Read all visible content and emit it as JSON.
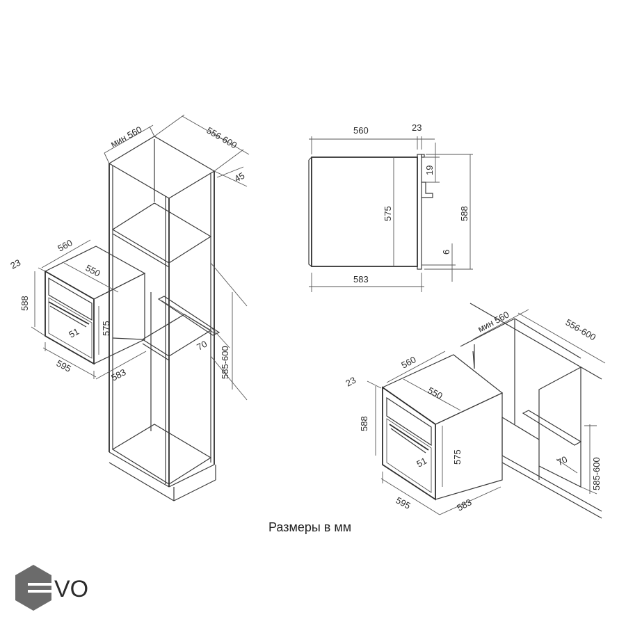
{
  "caption": "Размеры в мм",
  "logo": {
    "text": "VO",
    "colors": {
      "hex": "#6b6b6b",
      "text": "#9a9a9a"
    }
  },
  "colors": {
    "lines": "#3a3a3a",
    "background": "#ffffff"
  },
  "tall_cabinet": {
    "labels": {
      "min_width": "мин 560",
      "depth": "556-600",
      "side": "45",
      "niche_height": "585-600",
      "vent": "70"
    }
  },
  "oven_left": {
    "labels": {
      "top_depth": "560",
      "front_gap": "23",
      "inner_width": "550",
      "height": "588",
      "inner_height": "575",
      "handle": "51",
      "width": "595",
      "depth": "583"
    }
  },
  "side_view": {
    "labels": {
      "depth": "560",
      "panel": "23",
      "top_gap": "19",
      "body_height": "575",
      "total_height": "588",
      "bottom_gap": "6",
      "overall_depth": "583"
    }
  },
  "undercounter": {
    "labels": {
      "min_width": "мин 560",
      "depth": "556-600",
      "niche_height": "585-600",
      "vent": "70"
    }
  },
  "oven_right": {
    "labels": {
      "top_depth": "560",
      "front_gap": "23",
      "inner_width": "550",
      "height": "588",
      "inner_height": "575",
      "handle": "51",
      "width": "595",
      "depth": "583"
    }
  }
}
